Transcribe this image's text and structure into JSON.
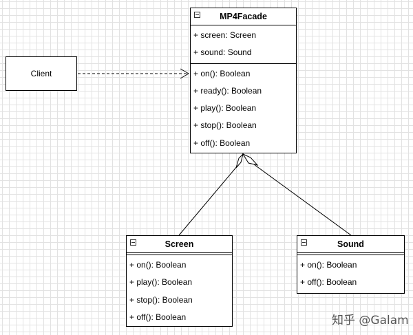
{
  "client": {
    "label": "Client"
  },
  "facade": {
    "name": "MP4Facade",
    "attributes": [
      "+ screen: Screen",
      "+ sound: Sound"
    ],
    "operations": [
      "+ on(): Boolean",
      "+ ready(): Boolean",
      "+ play(): Boolean",
      "+ stop(): Boolean",
      "+ off(): Boolean"
    ]
  },
  "screen": {
    "name": "Screen",
    "operations": [
      "+ on(): Boolean",
      "+ play(): Boolean",
      "+ stop(): Boolean",
      "+ off(): Boolean"
    ]
  },
  "sound": {
    "name": "Sound",
    "operations": [
      "+ on(): Boolean",
      "+ off(): Boolean"
    ]
  },
  "watermark": "知乎 @Galam Lee"
}
